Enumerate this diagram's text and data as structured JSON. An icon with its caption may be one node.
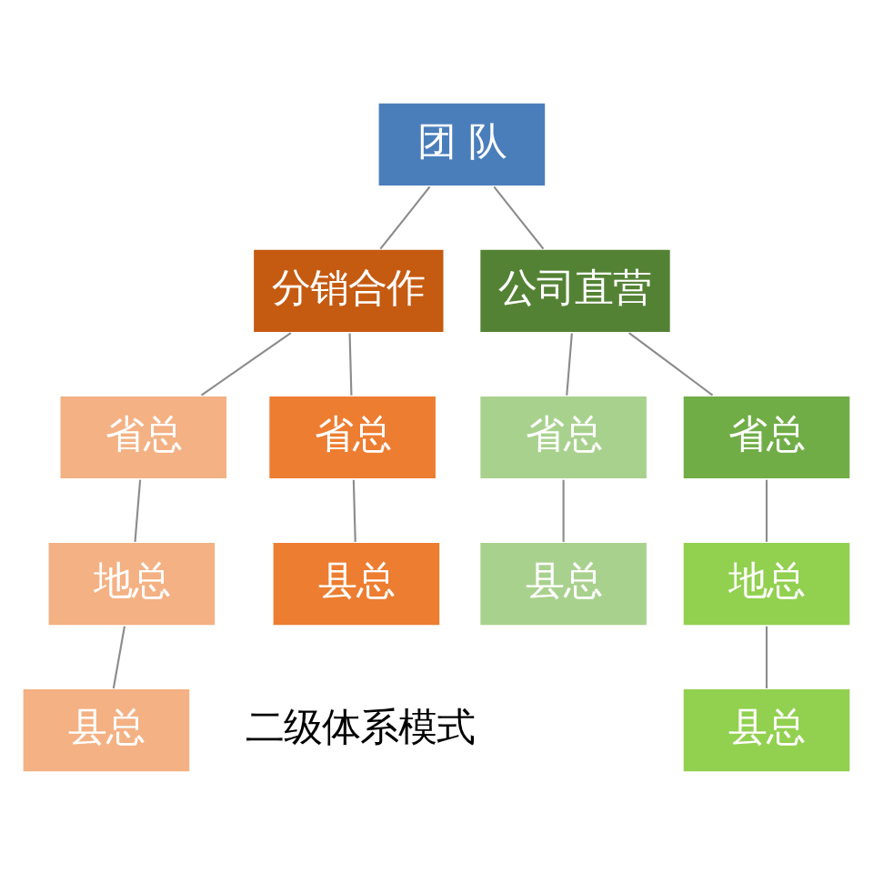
{
  "diagram": {
    "nodes": [
      {
        "text": [
          "团 队"
        ]
      },
      {
        "text": [
          "分销合作"
        ]
      },
      {
        "text": [
          "公司直营"
        ]
      },
      {
        "text": [
          "省总"
        ]
      },
      {
        "text": [
          "省总"
        ]
      },
      {
        "text": [
          "省总"
        ]
      },
      {
        "text": [
          "省总"
        ]
      },
      {
        "text": [
          "地总"
        ]
      },
      {
        "text": [
          "县总"
        ]
      },
      {
        "text": [
          "县总"
        ]
      },
      {
        "text": [
          "地总"
        ]
      },
      {
        "text": [
          "县总"
        ]
      },
      {
        "text": [
          "县总"
        ]
      }
    ],
    "edges": [
      {
        "from": 0,
        "to": 1,
        "arrow": "none"
      },
      {
        "from": 0,
        "to": 2,
        "arrow": "none"
      },
      {
        "from": 1,
        "to": 3,
        "arrow": "none"
      },
      {
        "from": 1,
        "to": 4,
        "arrow": "none"
      },
      {
        "from": 2,
        "to": 5,
        "arrow": "none"
      },
      {
        "from": 2,
        "to": 6,
        "arrow": "none"
      },
      {
        "from": 3,
        "to": 7,
        "arrow": "none"
      },
      {
        "from": 4,
        "to": 8,
        "arrow": "none"
      },
      {
        "from": 5,
        "to": 9,
        "arrow": "none"
      },
      {
        "from": 6,
        "to": 10,
        "arrow": "none"
      },
      {
        "from": 7,
        "to": 11,
        "arrow": "none"
      },
      {
        "from": 10,
        "to": 12,
        "arrow": "none"
      }
    ],
    "labels": [
      "二级体系模式"
    ]
  }
}
